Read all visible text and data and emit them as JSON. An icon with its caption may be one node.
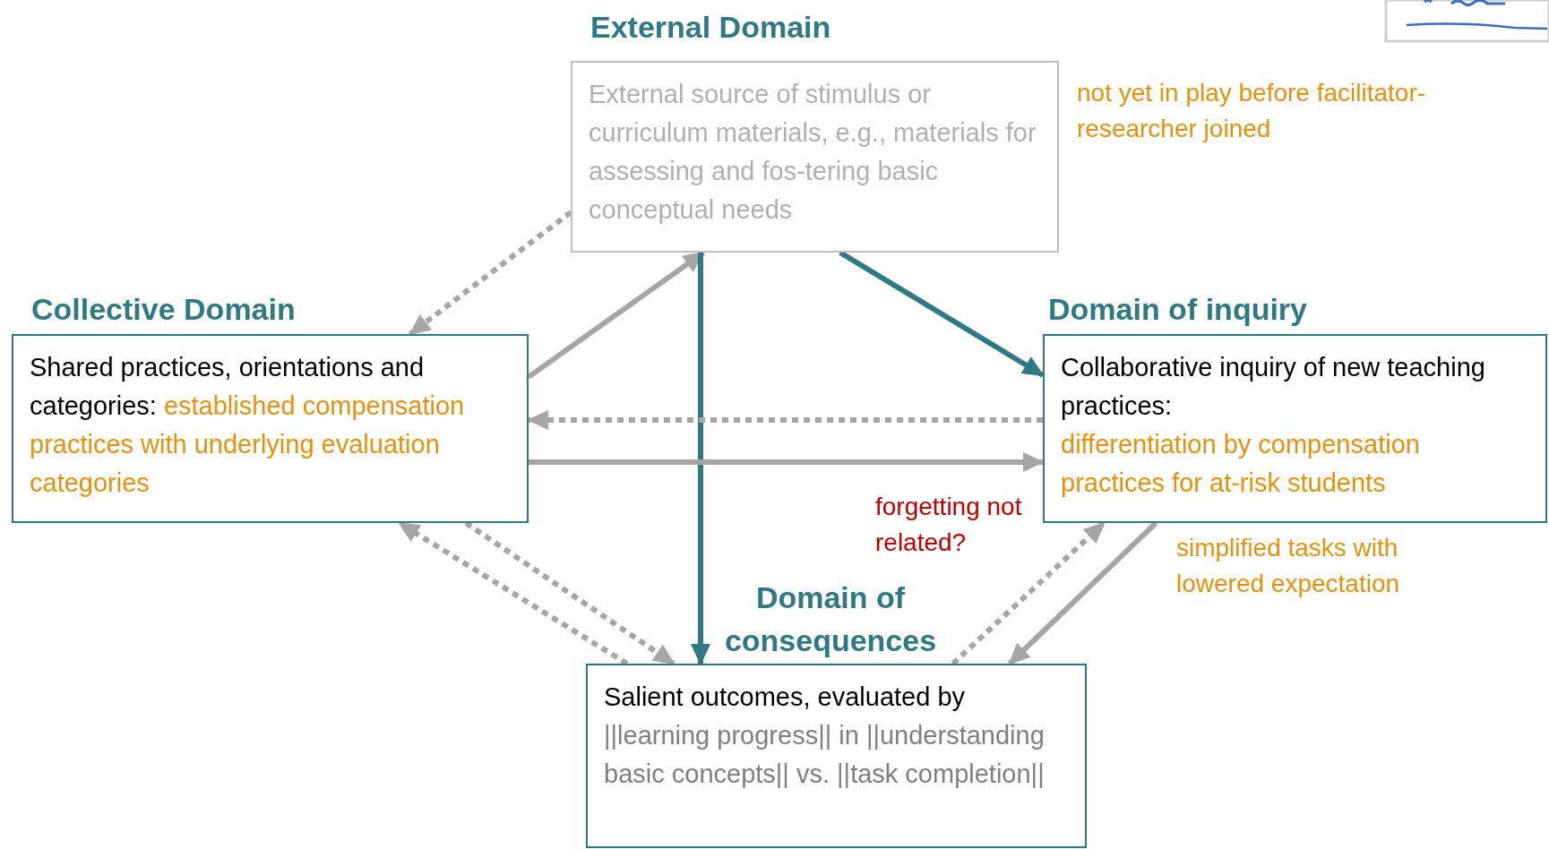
{
  "diagram": {
    "nodes": [
      {
        "text": [
          "External Domain",
          "External source of stimulus or curriculum materials, e.g., materials for assessing and fos-tering basic conceptual needs"
        ],
        "beside": [
          "not yet in play before facilitator-researcher joined"
        ]
      },
      {
        "text": [
          "Collective Domain",
          "Shared practices, orientations and categories:",
          "established compensation practices with underlying evaluation categories"
        ]
      },
      {
        "text": [
          "Domain of inquiry",
          "Collaborative inquiry of new teaching practices:",
          "differentiation by compensation practices for at-risk students"
        ],
        "beside": [
          "simplified tasks with lowered expectation"
        ]
      },
      {
        "text": [
          "Domain of consequences",
          "Salient outcomes, evaluated by",
          "||learning progress|| in ||understanding basic concepts|| vs. ||task completion||"
        ]
      }
    ],
    "edges": [
      {
        "from": 0,
        "to": 1,
        "arrow": "to",
        "style": "dashed"
      },
      {
        "from": 1,
        "to": 0,
        "arrow": "to"
      },
      {
        "from": 0,
        "to": 3,
        "arrow": "to",
        "color": "#2e7a84"
      },
      {
        "from": 0,
        "to": 2,
        "arrow": "to",
        "color": "#2e7a84"
      },
      {
        "from": 2,
        "to": 1,
        "arrow": "to",
        "style": "dashed"
      },
      {
        "from": 1,
        "to": 2,
        "arrow": "to"
      },
      {
        "from": 1,
        "to": 3,
        "arrow": "to",
        "style": "dashed"
      },
      {
        "from": 3,
        "to": 1,
        "arrow": "to",
        "style": "dashed"
      },
      {
        "from": 3,
        "to": 2,
        "arrow": "to",
        "style": "dashed"
      },
      {
        "from": 2,
        "to": 3,
        "arrow": "to"
      }
    ],
    "labels": [
      "forgetting not related?"
    ]
  }
}
